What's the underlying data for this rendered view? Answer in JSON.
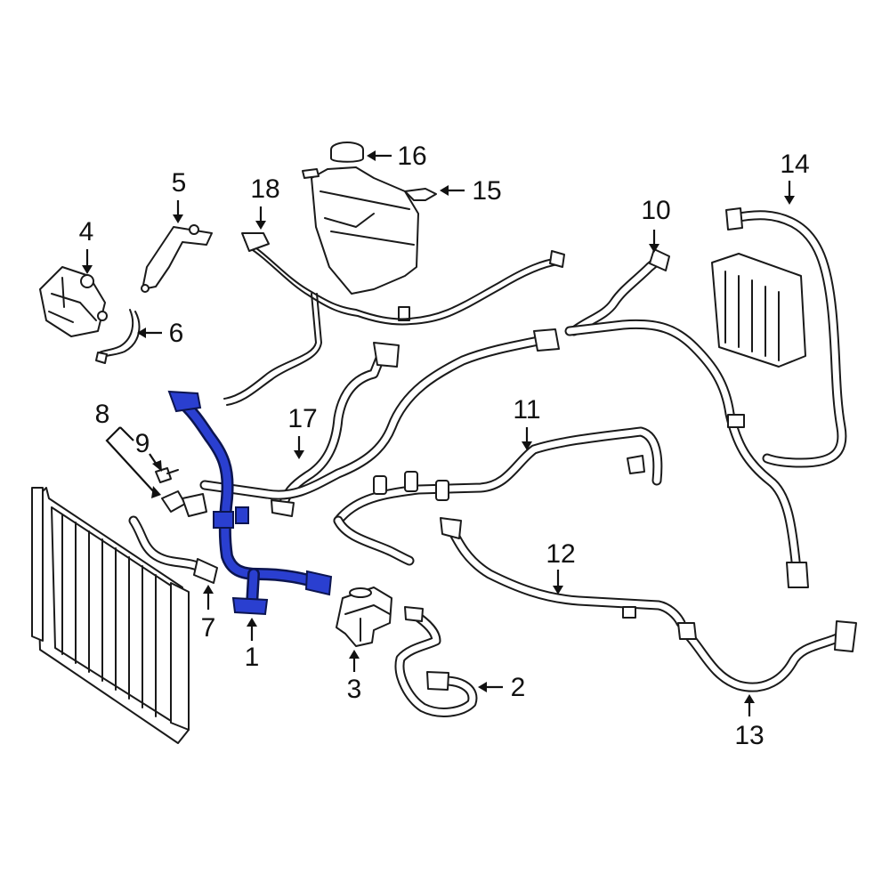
{
  "diagram": {
    "highlight_color": "#2a3fd0",
    "highlighted_part": "1",
    "callouts": [
      {
        "id": "c1",
        "label": "1"
      },
      {
        "id": "c2",
        "label": "2"
      },
      {
        "id": "c3",
        "label": "3"
      },
      {
        "id": "c4",
        "label": "4"
      },
      {
        "id": "c5",
        "label": "5"
      },
      {
        "id": "c6",
        "label": "6"
      },
      {
        "id": "c7",
        "label": "7"
      },
      {
        "id": "c8",
        "label": "8"
      },
      {
        "id": "c9",
        "label": "9"
      },
      {
        "id": "c10",
        "label": "10"
      },
      {
        "id": "c11",
        "label": "11"
      },
      {
        "id": "c12",
        "label": "12"
      },
      {
        "id": "c13",
        "label": "13"
      },
      {
        "id": "c14",
        "label": "14"
      },
      {
        "id": "c15",
        "label": "15"
      },
      {
        "id": "c16",
        "label": "16"
      },
      {
        "id": "c17",
        "label": "17"
      },
      {
        "id": "c18",
        "label": "18"
      }
    ]
  }
}
